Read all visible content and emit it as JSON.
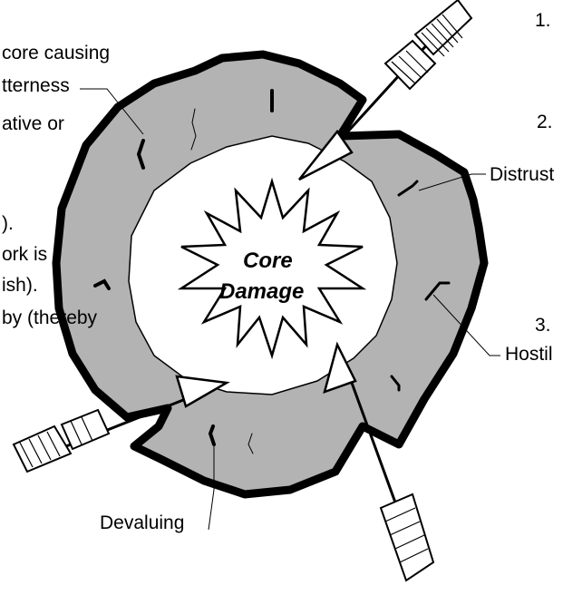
{
  "left_text": {
    "line1": "core causing",
    "line2": "tterness",
    "line3": "ative or",
    "line4": ").",
    "line5": "ork is",
    "line6": "ish).",
    "line7": "by (thereby"
  },
  "right_numbers": {
    "n1": "1.",
    "n2": "2.",
    "n3": "3."
  },
  "labels": {
    "distrust": "Distrust",
    "hostility": "Hostil",
    "devaluing": "Devaluing"
  },
  "center": {
    "line1": "Core",
    "line2": "Damage"
  },
  "colors": {
    "ring_fill": "#b3b3b3",
    "outline": "#000000",
    "background": "#ffffff"
  }
}
